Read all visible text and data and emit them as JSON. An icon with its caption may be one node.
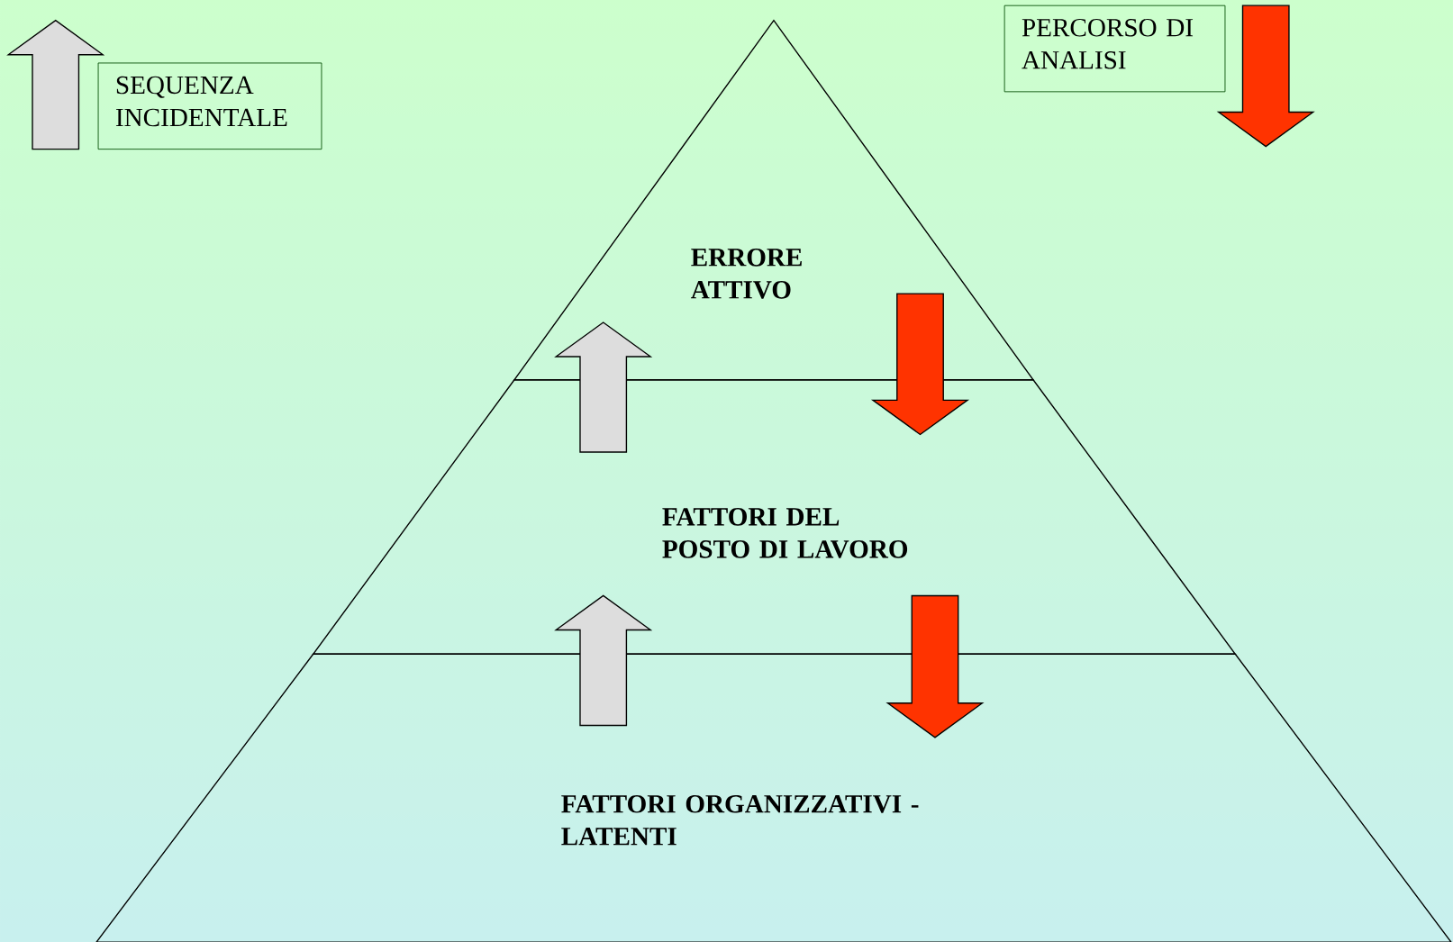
{
  "diagram": {
    "nodes": [
      {
        "text": [
          "ERRORE ATTIVO"
        ]
      },
      {
        "text": [
          "FATTORI DEL POSTO DI LAVORO"
        ]
      },
      {
        "text": [
          "FATTORI ORGANIZZATIVI - LATENTI"
        ]
      }
    ],
    "edges": [
      {
        "from": 1,
        "to": 0,
        "arrow": "to",
        "color": "#dddddd"
      },
      {
        "from": 0,
        "to": 1,
        "arrow": "to",
        "color": "#ff3300"
      },
      {
        "from": 2,
        "to": 1,
        "arrow": "to",
        "color": "#dddddd"
      },
      {
        "from": 1,
        "to": 2,
        "arrow": "to",
        "color": "#ff3300"
      }
    ],
    "legend": [
      {
        "text": "SEQUENZA INCIDENTALE"
      },
      {
        "text": "PERCORSO DI ANALISI"
      }
    ]
  }
}
